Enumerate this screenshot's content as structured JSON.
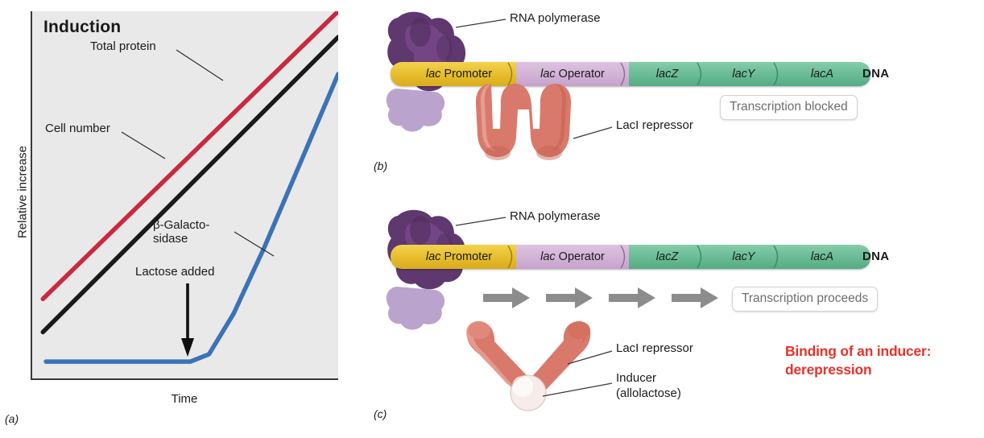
{
  "panel_a": {
    "tag": "(a)",
    "title": "Induction",
    "ylabel": "Relative increase",
    "xlabel": "Time",
    "labels": {
      "total_protein": "Total protein",
      "cell_number": "Cell number",
      "beta_gal_line1": "β-Galacto-",
      "beta_gal_line2": "sidase",
      "lactose_added": "Lactose added"
    }
  },
  "chart_data": {
    "type": "line",
    "title": "Induction",
    "xlabel": "Time",
    "ylabel": "Relative increase",
    "grid": false,
    "legend": "inline-annotations",
    "xlim": [
      0,
      100
    ],
    "ylim": [
      0,
      100
    ],
    "axis_ticks": false,
    "annotations": [
      {
        "text": "Lactose added",
        "x": 52,
        "y": 12,
        "type": "arrow-down"
      }
    ],
    "series": [
      {
        "name": "Total protein",
        "color": "#c9293f",
        "x": [
          4,
          100
        ],
        "y": [
          22,
          100
        ]
      },
      {
        "name": "Cell number",
        "color": "#1a1a1a",
        "x": [
          4,
          100
        ],
        "y": [
          13,
          93
        ]
      },
      {
        "name": "β-Galactosidase",
        "color": "#3b72b8",
        "x": [
          5,
          20,
          40,
          52,
          58,
          66,
          76,
          100
        ],
        "y": [
          5,
          5,
          5,
          5,
          7,
          18,
          36,
          83
        ]
      }
    ]
  },
  "panel_b": {
    "tag": "(b)",
    "dna_label": "DNA",
    "segments": [
      {
        "name": "lac Promoter",
        "italic_prefix": "lac",
        "rest": " Promoter",
        "color": "#e8bf2f",
        "type": "promoter"
      },
      {
        "name": "lac Operator",
        "italic_prefix": "lac",
        "rest": " Operator",
        "color": "#d3b4d8",
        "type": "operator"
      },
      {
        "name": "lacZ",
        "italic_prefix": "lacZ",
        "rest": "",
        "color": "#6bbd96",
        "type": "gene"
      },
      {
        "name": "lacY",
        "italic_prefix": "lacY",
        "rest": "",
        "color": "#6bbd96",
        "type": "gene"
      },
      {
        "name": "lacA",
        "italic_prefix": "lacA",
        "rest": "",
        "color": "#6bbd96",
        "type": "gene"
      }
    ],
    "callouts": {
      "rna_polymerase": "RNA polymerase",
      "laci_repressor": "LacI repressor"
    },
    "status": "Transcription blocked"
  },
  "panel_c": {
    "tag": "(c)",
    "dna_label": "DNA",
    "segments": [
      {
        "name": "lac Promoter",
        "italic_prefix": "lac",
        "rest": " Promoter",
        "color": "#e8bf2f",
        "type": "promoter"
      },
      {
        "name": "lac Operator",
        "italic_prefix": "lac",
        "rest": " Operator",
        "color": "#d3b4d8",
        "type": "operator"
      },
      {
        "name": "lacZ",
        "italic_prefix": "lacZ",
        "rest": "",
        "color": "#6bbd96",
        "type": "gene"
      },
      {
        "name": "lacY",
        "italic_prefix": "lacY",
        "rest": "",
        "color": "#6bbd96",
        "type": "gene"
      },
      {
        "name": "lacA",
        "italic_prefix": "lacA",
        "rest": "",
        "color": "#6bbd96",
        "type": "gene"
      }
    ],
    "callouts": {
      "rna_polymerase": "RNA polymerase",
      "laci_repressor": "LacI repressor",
      "inducer_line1": "Inducer",
      "inducer_line2": "(allolactose)"
    },
    "status": "Transcription proceeds",
    "arrow_count": 4,
    "annotation": {
      "line1": "Binding of an inducer:",
      "line2": "derepression",
      "color": "#e8322a"
    }
  }
}
